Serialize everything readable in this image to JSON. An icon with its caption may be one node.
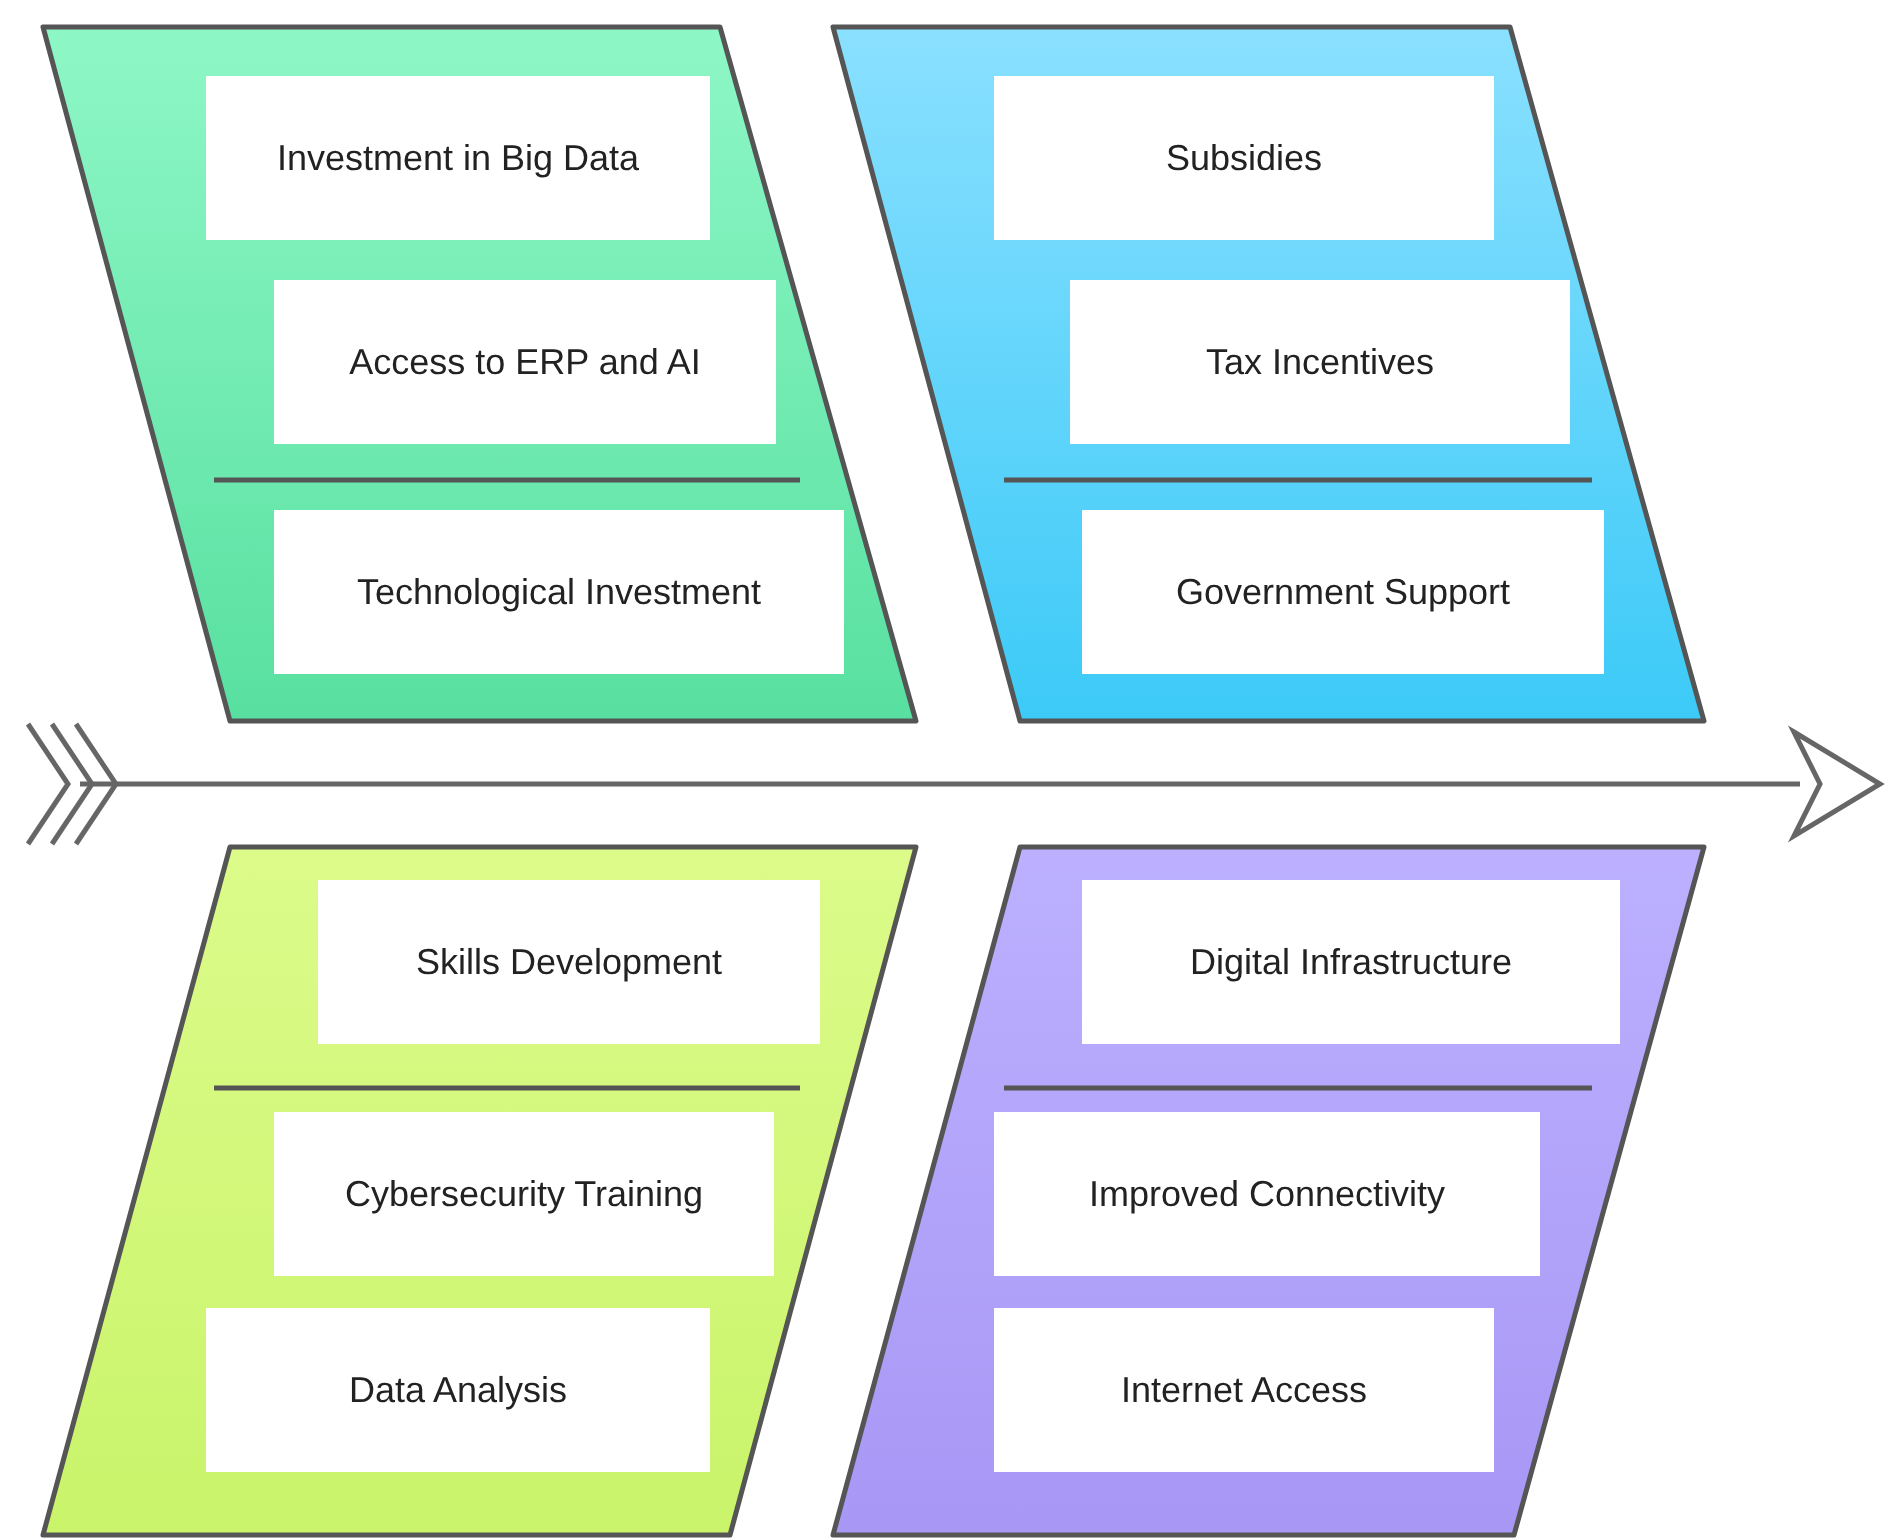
{
  "diagram": {
    "nodes": [
      {
        "text": [],
        "shape": "parallelogram"
      },
      {
        "text": [
          "Investment in Big Data"
        ],
        "in": 0
      },
      {
        "text": [
          "Access to ERP and AI"
        ],
        "in": 0
      },
      {
        "text": [
          "Technological Investment"
        ],
        "in": 0
      },
      {
        "text": [],
        "shape": "parallelogram"
      },
      {
        "text": [
          "Subsidies"
        ],
        "in": 4
      },
      {
        "text": [
          "Tax Incentives"
        ],
        "in": 4
      },
      {
        "text": [
          "Government Support"
        ],
        "in": 4
      },
      {
        "text": [],
        "shape": "parallelogram"
      },
      {
        "text": [
          "Skills Development"
        ],
        "in": 8
      },
      {
        "text": [
          "Cybersecurity Training"
        ],
        "in": 8
      },
      {
        "text": [
          "Data Analysis"
        ],
        "in": 8
      },
      {
        "text": [],
        "shape": "parallelogram"
      },
      {
        "text": [
          "Digital Infrastructure"
        ],
        "in": 12
      },
      {
        "text": [
          "Improved Connectivity"
        ],
        "in": 12
      },
      {
        "text": [
          "Internet Access"
        ],
        "in": 12
      }
    ]
  }
}
